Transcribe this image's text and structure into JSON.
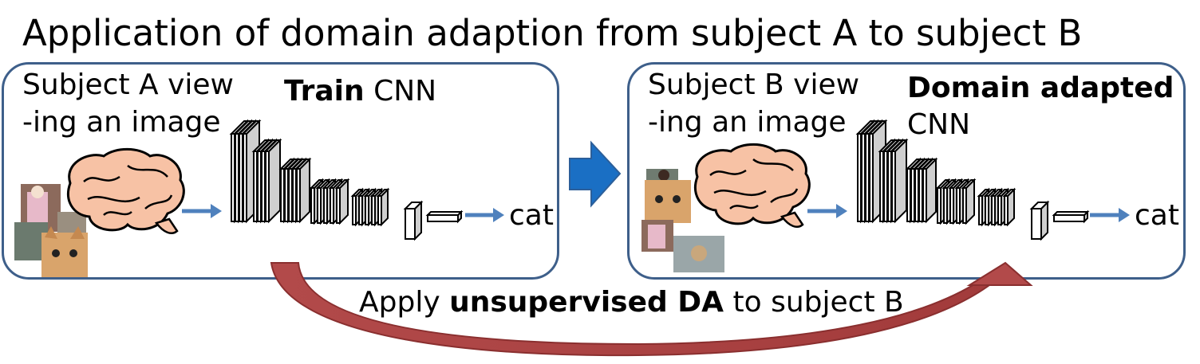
{
  "title": "Application of domain adaption from subject A to subject B",
  "panel_a": {
    "view_line1": "Subject A view",
    "view_line2": "-ing an image",
    "cnn_bold": "Train",
    "cnn_rest": " CNN",
    "output": "cat"
  },
  "panel_b": {
    "view_line1": "Subject B view",
    "view_line2": "-ing an image",
    "cnn_bold": "Domain adapted",
    "cnn_rest": "CNN",
    "output": "cat"
  },
  "bottom": {
    "prefix": "Apply ",
    "bold": "unsupervised DA",
    "suffix": " to subject B"
  },
  "colors": {
    "panel_border": "#3e5f8a",
    "small_arrow": "#4f81bd",
    "big_arrow": "#1a6fc4",
    "curved_arrow": "#a0393a",
    "brain": "#f7c2a5"
  }
}
